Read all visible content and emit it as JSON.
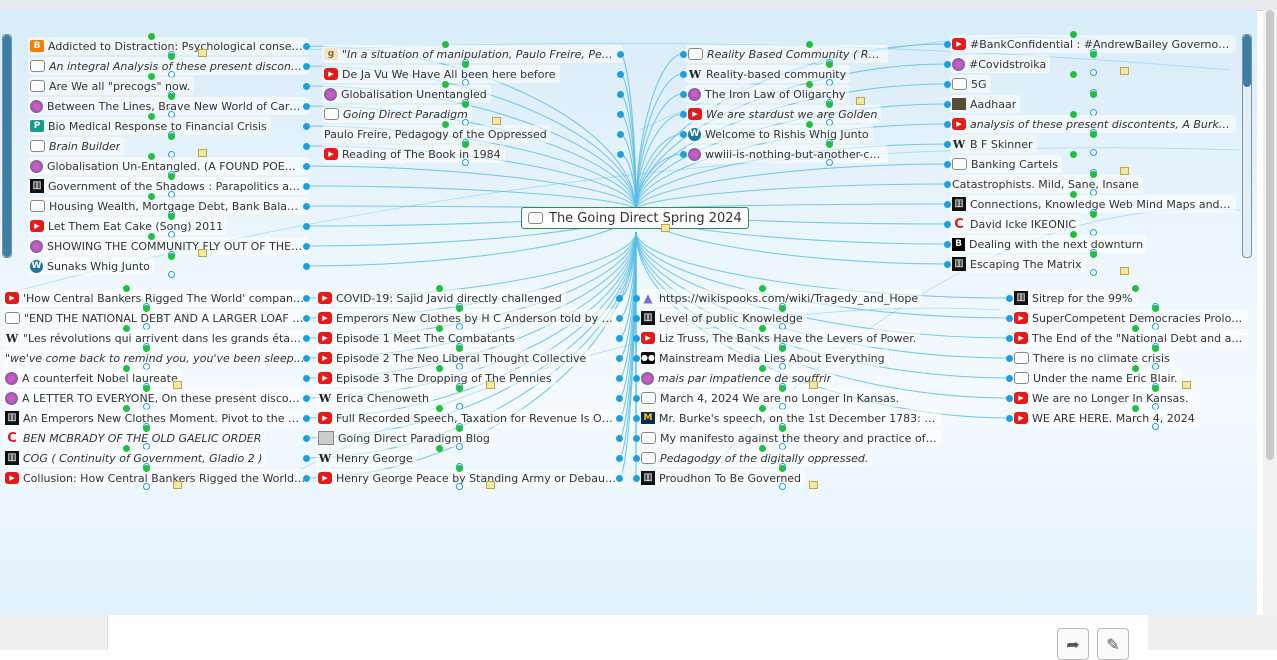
{
  "map": {
    "title": "The Going Direct Spring 2024",
    "center_icon": "comment-icon",
    "colors": {
      "link": "#5bbde6",
      "dot_blue": "#1ea0dc",
      "dot_green": "#22c040",
      "center_border": "#2e8b57"
    },
    "nodes": [
      {
        "label": "Addicted to Distraction: Psychological conseque...",
        "icon": "blogger-icon"
      },
      {
        "label": "An integral Analysis of these present discontents.",
        "icon": "comment-icon",
        "italic": true
      },
      {
        "label": "Are We all \"precogs\" now.",
        "icon": "comment-icon"
      },
      {
        "label": "Between The Lines, Brave New World of Carbon T...",
        "icon": "spider-icon"
      },
      {
        "label": "Bio Medical Response to Financial Crisis",
        "icon": "pubmed-icon"
      },
      {
        "label": "Brain Builder",
        "icon": "comment-icon",
        "italic": true
      },
      {
        "label": "Globalisation Un-Entangled. (A FOUND POEM, Cl...",
        "icon": "spider-icon"
      },
      {
        "label": "Government of the Shadows : Parapolitics and Cr...",
        "icon": "building-icon"
      },
      {
        "label": "Housing Wealth, Mortgage Debt, Bank Balance S...",
        "icon": "comment-icon"
      },
      {
        "label": "Let Them Eat Cake (Song) 2011",
        "icon": "youtube-icon"
      },
      {
        "label": "SHOWING THE COMMUNITY FLY OUT OF THE C...",
        "icon": "spider-icon"
      },
      {
        "label": "Sunaks Whig Junto",
        "icon": "wordpress-icon"
      },
      {
        "label": "\"In a situation of manipulation, Paulo Freire, Pedagog...",
        "icon": "goodreads-icon",
        "italic": true
      },
      {
        "label": "De Ja Vu We Have All been here before",
        "icon": "youtube-icon"
      },
      {
        "label": "Globalisation Unentangled",
        "icon": "spider-icon"
      },
      {
        "label": "Going Direct Paradigm",
        "icon": "comment-icon",
        "italic": true
      },
      {
        "label": "Paulo Freire, Pedagogy of the Oppressed",
        "icon": "none"
      },
      {
        "label": "Reading of The Book in 1984",
        "icon": "youtube-icon"
      },
      {
        "label": "Reality Based Community ( ROVE)",
        "icon": "comment-icon",
        "italic": true
      },
      {
        "label": "Reality-based community",
        "icon": "wikipedia-icon"
      },
      {
        "label": "The Iron Law of Oligarchy",
        "icon": "spider-icon"
      },
      {
        "label": "We are stardust we are Golden",
        "icon": "youtube-icon",
        "italic": true
      },
      {
        "label": "Welcome to Rishis Whig Junto",
        "icon": "wordpress-icon"
      },
      {
        "label": "wwiii-is-nothing-but-another-colonial-resource-war/",
        "icon": "spider-icon"
      },
      {
        "label": "#BankConfidential : #AndrewBailey Governor of t...",
        "icon": "youtube-icon"
      },
      {
        "label": "#Covidstroika",
        "icon": "spider-icon"
      },
      {
        "label": "5G",
        "icon": "comment-icon"
      },
      {
        "label": "Aadhaar",
        "icon": "photo-icon"
      },
      {
        "label": "analysis of these present discontents, A Burkean re...",
        "icon": "youtube-icon",
        "italic": true
      },
      {
        "label": "B F Skinner",
        "icon": "wikipedia-icon"
      },
      {
        "label": "Banking Cartels",
        "icon": "comment-icon"
      },
      {
        "label": "Catastrophists. Mild, Sane, Insane",
        "icon": "none"
      },
      {
        "label": "Connections, Knowledge Web Mind Maps and Br...",
        "icon": "building-icon"
      },
      {
        "label": "David Icke IKEONIC",
        "icon": "c-icon"
      },
      {
        "label": "Dealing with the next downturn",
        "icon": "b-icon"
      },
      {
        "label": "Escaping The Matrix",
        "icon": "building-icon"
      },
      {
        "label": "'How Central Bankers Rigged The World' companion...",
        "icon": "youtube-icon"
      },
      {
        "label": "\"END THE NATIONAL DEBT AND A LARGER LOAF OF...",
        "icon": "comment-icon"
      },
      {
        "label": "\"Les révolutions qui arrivent dans les grands états ne...",
        "icon": "wikipedia-icon"
      },
      {
        "label": "\"we've come back to remind you, you've been sleeping too...",
        "icon": "none",
        "italic": true
      },
      {
        "label": "A counterfeit Nobel laureate",
        "icon": "spider-icon"
      },
      {
        "label": "A LETTER TO EVERYONE, On these present disconten...",
        "icon": "spider-icon"
      },
      {
        "label": "An Emperors New Clothes Moment. Pivot to the Eco...",
        "icon": "building-icon"
      },
      {
        "label": "BEN MCBRADY OF THE OLD GAELIC ORDER",
        "icon": "c-icon",
        "italic": true
      },
      {
        "label": "COG ( Continuity of Government, Gladio 2 )",
        "icon": "building-icon",
        "italic": true
      },
      {
        "label": "Collusion: How Central Bankers Rigged the World | ...",
        "icon": "youtube-icon"
      },
      {
        "label": "COVID-19: Sajid Javid directly challenged",
        "icon": "youtube-icon"
      },
      {
        "label": "Emperors New Clothes by H C Anderson told by Rus...",
        "icon": "youtube-icon"
      },
      {
        "label": "Episode 1 Meet The Combatants",
        "icon": "youtube-icon"
      },
      {
        "label": "Episode 2 The Neo Liberal Thought Collective",
        "icon": "youtube-icon"
      },
      {
        "label": "Episode 3 The Dropping of The Pennies",
        "icon": "youtube-icon"
      },
      {
        "label": "Erica Chenoweth",
        "icon": "wikipedia-icon"
      },
      {
        "label": "Full Recorded Speech, Taxation for Revenue Is Obsol...",
        "icon": "youtube-icon"
      },
      {
        "label": "Going Direct Paradigm Blog",
        "icon": "page-icon"
      },
      {
        "label": "Henry George",
        "icon": "wikipedia-icon"
      },
      {
        "label": "Henry George Peace by Standing Army or Debauche...",
        "icon": "youtube-icon"
      },
      {
        "label": "https://wikispooks.com/wiki/Tragedy_and_Hope",
        "icon": "triangle-icon"
      },
      {
        "label": "Level of public Knowledge",
        "icon": "building-icon"
      },
      {
        "label": "Liz Truss, The Banks Have the Levers of Power.",
        "icon": "youtube-icon"
      },
      {
        "label": "Mainstream Media Lies About Everything",
        "icon": "medium-icon"
      },
      {
        "label": "mais par impatience de souffrir",
        "icon": "spider-icon",
        "italic": true
      },
      {
        "label": "March 4, 2024 We are no Longer In Kansas.",
        "icon": "comment-icon"
      },
      {
        "label": "Mr. Burke's speech, on the 1st December 1783: upon...",
        "icon": "umich-icon"
      },
      {
        "label": "My manifesto against the theory and practice of Olig...",
        "icon": "comment-icon"
      },
      {
        "label": "Pedagodgy of the digitally oppressed.",
        "icon": "comment-icon",
        "italic": true
      },
      {
        "label": "Proudhon To Be Governed",
        "icon": "building-icon"
      },
      {
        "label": "Sitrep for the 99%",
        "icon": "building-icon"
      },
      {
        "label": "SuperCompetent Democracies Prologue Gaian Dem...",
        "icon": "youtube-icon"
      },
      {
        "label": "The End of the \"National Debt and a Larger Loaf of B...",
        "icon": "youtube-icon"
      },
      {
        "label": "There is no climate crisis",
        "icon": "comment-icon"
      },
      {
        "label": "Under the name Eric Blair.",
        "icon": "comment-icon"
      },
      {
        "label": "We are no Longer In Kansas.",
        "icon": "youtube-icon"
      },
      {
        "label": "WE ARE HERE. March 4, 2024",
        "icon": "youtube-icon"
      }
    ]
  },
  "toolbar": {
    "buttons": [
      {
        "icon": "share-icon"
      },
      {
        "icon": "pencil-icon"
      }
    ]
  }
}
